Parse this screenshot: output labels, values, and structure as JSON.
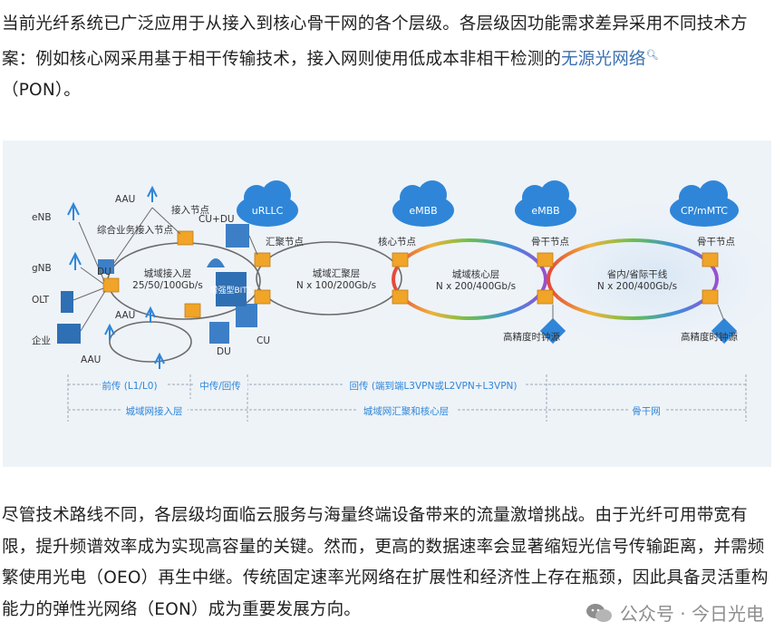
{
  "article": {
    "para1_text": "当前光纤系统已广泛应用于从接入到核心骨干网的各个层级。各层级因功能需求差异采用不同技术方案：例如核心网采用基于相干传输技术，接入网则使用低成本非相干检测的",
    "para1_link": "无源光网络",
    "para1_tail": "（PON）。",
    "para2_text": "尽管技术路线不同，各层级均面临云服务与海量终端设备带来的流量激增挑战。由于光纤可用带宽有限，提升频谱效率成为实现高容量的关键。然而，更高的数据速率会显著缩短光信号传输距离，并需频繁使用光电（OEO）再生中继。传统固定速率光网络在扩展性和经济性上存在瓶颈，因此具备灵活重构能力的弹性光网络（EON）成为重要发展方向。"
  },
  "icons": {
    "link_search": "search-icon",
    "watermark": "wechat-icon"
  },
  "colors": {
    "link": "#3a6fb0",
    "cloud": "#2f86d8",
    "router": "#f0a428",
    "ring": "#6b6b6b",
    "band": "#2f86d8",
    "bg": "#eef3f8"
  },
  "diagram": {
    "clouds": [
      "uRLLC",
      "eMBB",
      "eMBB",
      "CP/mMTC"
    ],
    "left_devices": [
      "eNB",
      "gNB",
      "OLT",
      "企业"
    ],
    "aau_top": "AAU",
    "aau_mid": "AAU",
    "aau_bottom": "AAU",
    "access_node": "接入节点",
    "ps_node": "综合业务接入节点",
    "cu_du": "CU+DU",
    "du_left": "DU",
    "du_bottom": "DU",
    "cu_bottom": "CU",
    "bits": "增强型BITS",
    "agg_node": "汇聚节点",
    "core_node": "核心节点",
    "bb_node_1": "骨干节点",
    "bb_node_2": "骨干节点",
    "clock_1": "高精度时钟源",
    "clock_2": "高精度时钟源",
    "rings": [
      {
        "title": "城域接入层",
        "sub": "25/50/100Gb/s"
      },
      {
        "title": "城域汇聚层",
        "sub": "N x 100/200Gb/s"
      },
      {
        "title": "城域核心层",
        "sub": "N x 200/400Gb/s"
      },
      {
        "title": "省内/省际干线",
        "sub": "N x 200/400Gb/s"
      }
    ],
    "band1": [
      "前传 (L1/L0)",
      "中传/回传",
      "回传 (端到端L3VPN或L2VPN+L3VPN)"
    ],
    "band2": [
      "城域网接入层",
      "城域网汇聚和核心层",
      "骨干网"
    ]
  },
  "watermark": {
    "text": "公众号 · 今日光电"
  }
}
